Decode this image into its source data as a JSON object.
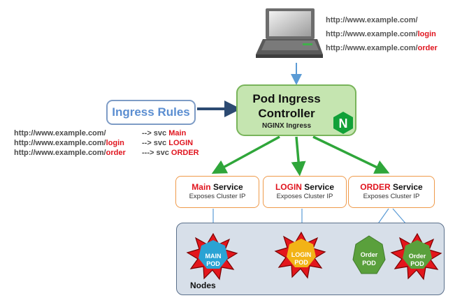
{
  "client_urls": [
    {
      "base": "http://www.example.com/",
      "path": ""
    },
    {
      "base": "http://www.example.com/",
      "path": "login"
    },
    {
      "base": "http://www.example.com/",
      "path": "order"
    }
  ],
  "ingress_rules": {
    "label": "Ingress Rules",
    "rules": [
      {
        "base": "http://www.example.com/",
        "path": "",
        "arrow": "--> svc",
        "target": "Main"
      },
      {
        "base": "http://www.example.com/",
        "path": "login",
        "arrow": "--> svc",
        "target": "LOGIN"
      },
      {
        "base": "http://www.example.com/",
        "path": "order",
        "arrow": "---> svc",
        "target": "ORDER"
      }
    ]
  },
  "controller": {
    "title_line1": "Pod Ingress",
    "title_line2": "Controller",
    "subtitle": "NGINX Ingress",
    "logo_letter": "N"
  },
  "services": [
    {
      "name": "Main",
      "suffix": " Service",
      "sub": "Exposes Cluster IP"
    },
    {
      "name": "LOGIN",
      "suffix": " Service",
      "sub": "Exposes Cluster IP"
    },
    {
      "name": "ORDER",
      "suffix": " Service",
      "sub": "Exposes Cluster IP"
    }
  ],
  "pods": [
    {
      "line1": "MAIN",
      "line2": "POD"
    },
    {
      "line1": "LOGIN",
      "line2": "POD"
    },
    {
      "line1": "Order",
      "line2": "POD"
    },
    {
      "line1": "Order",
      "line2": "POD"
    }
  ],
  "nodes_label": "Nodes",
  "colors": {
    "accent_red": "#e0141e",
    "controller_fill": "#c5e5b0",
    "arrow_green": "#2fa63a",
    "service_border": "#ef9a4a",
    "nodes_fill": "#d7dfe9",
    "main_pod": "#2aa3d4",
    "login_pod": "#f2b317",
    "order_pod": "#5aa03c",
    "nginx_green": "#11a138"
  }
}
